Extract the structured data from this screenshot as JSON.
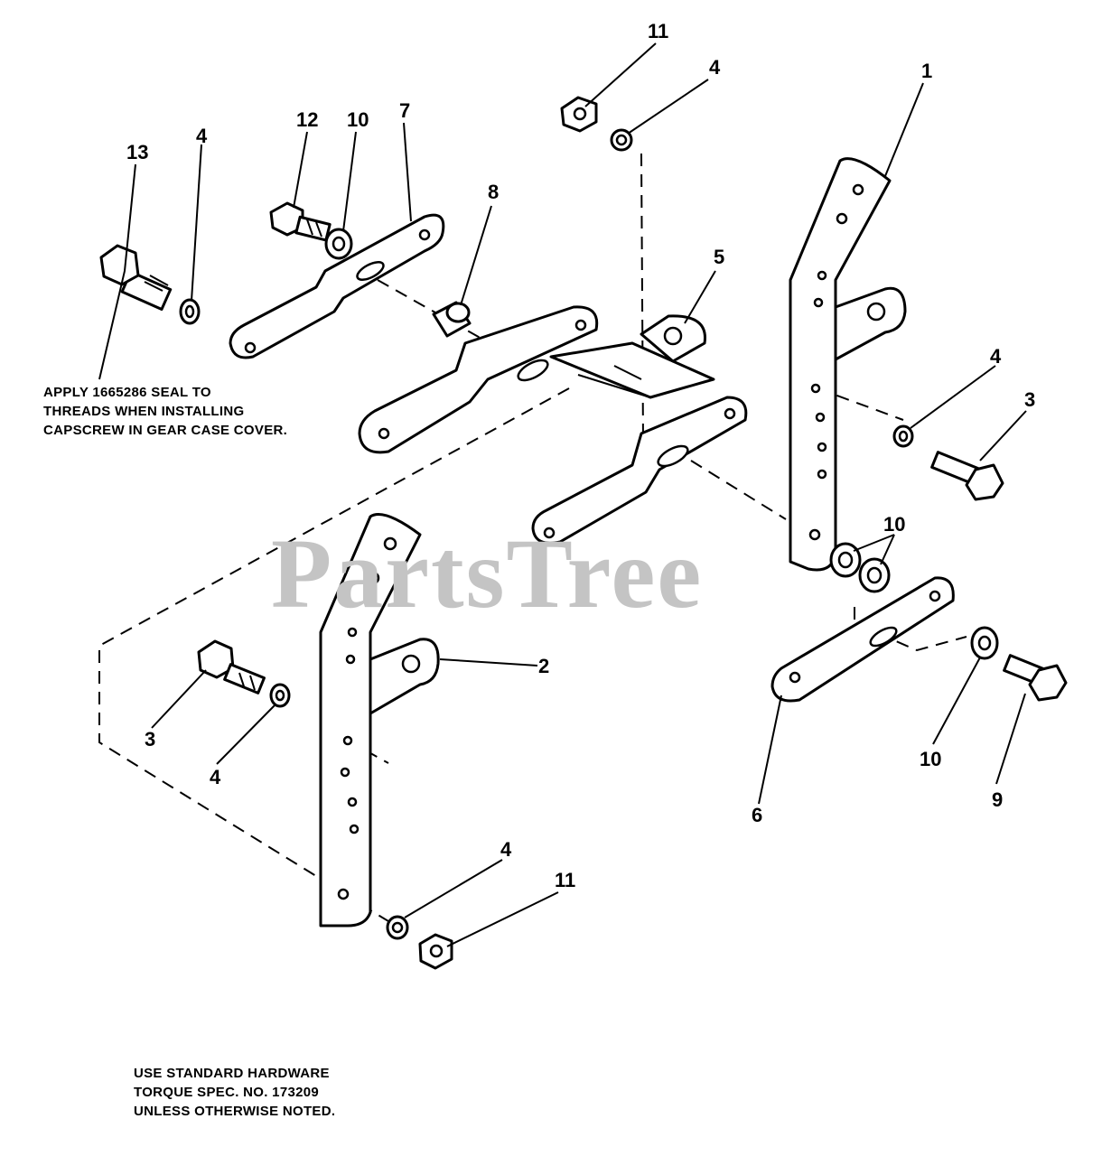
{
  "watermark": "PartsTree",
  "notes": {
    "seal": [
      "APPLY 1665286 SEAL TO",
      "THREADS WHEN INSTALLING",
      "CAPSCREW IN GEAR CASE COVER."
    ],
    "hardware": [
      "USE STANDARD HARDWARE",
      "TORQUE SPEC. NO. 173209",
      "UNLESS OTHERWISE NOTED."
    ]
  },
  "callouts": {
    "c1": "1",
    "c2": "2",
    "c3a": "3",
    "c3b": "3",
    "c4a": "4",
    "c4b": "4",
    "c4c": "4",
    "c4d": "4",
    "c4e": "4",
    "c5": "5",
    "c6": "6",
    "c7": "7",
    "c8": "8",
    "c9": "9",
    "c10a": "10",
    "c10b": "10",
    "c10c": "10",
    "c11a": "11",
    "c11b": "11",
    "c12": "12",
    "c13": "13"
  }
}
